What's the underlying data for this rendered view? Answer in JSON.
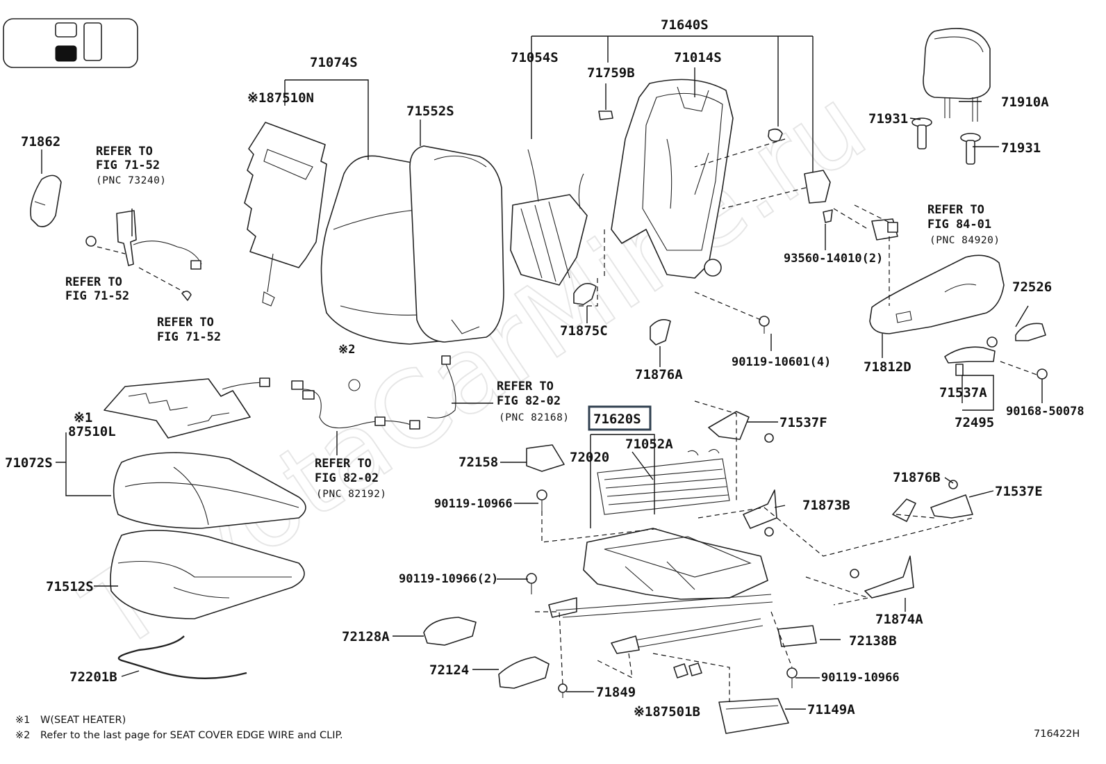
{
  "diagram": {
    "watermark": "ToyotaCarMine.ru",
    "figure_id": "716422H",
    "highlighted_part": "71620S",
    "footnotes": [
      {
        "mark": "※1",
        "text": "W(SEAT  HEATER)"
      },
      {
        "mark": "※2",
        "text": "Refer to the last page for SEAT COVER EDGE WIRE and CLIP."
      }
    ],
    "labels": {
      "p71640S": "71640S",
      "p71054S": "71054S",
      "p71014S": "71014S",
      "p71759B": "71759B",
      "p71074S": "71074S",
      "p87510N": "※187510N",
      "p71552S": "71552S",
      "p71862": "71862",
      "p71910A": "71910A",
      "p71931a": "71931",
      "p71931b": "71931",
      "p93560": "93560-14010(2)",
      "p71875C": "71875C",
      "p71876A": "71876A",
      "p90119_10601": "90119-10601(4)",
      "p71812D": "71812D",
      "p72526": "72526",
      "p71537A": "71537A",
      "p72495": "72495",
      "p90168": "90168-50078",
      "p71537F": "71537F",
      "p71620S": "71620S",
      "p71052A": "71052A",
      "p72020": "72020",
      "p72158": "72158",
      "p90119_10966a": "90119-10966",
      "p71873B": "71873B",
      "p71876B": "71876B",
      "p71537E": "71537E",
      "p87510L": "87510L",
      "p87510L_mark": "※1",
      "p71072S": "71072S",
      "p71512S": "71512S",
      "p90119_10966b": "90119-10966(2)",
      "p71874A": "71874A",
      "p72128A": "72128A",
      "p72138B": "72138B",
      "p72124": "72124",
      "p72201B": "72201B",
      "p90119_10966c": "90119-10966",
      "p71849": "71849",
      "p87501B": "※187501B",
      "p71149A": "71149A",
      "clip_mark": "※2"
    },
    "refers": {
      "r1": {
        "l1": "REFER TO",
        "l2": "FIG 71-52",
        "l3": "(PNC 73240)"
      },
      "r2": {
        "l1": "REFER TO",
        "l2": "FIG 71-52"
      },
      "r3": {
        "l1": "REFER TO",
        "l2": "FIG 71-52"
      },
      "r4": {
        "l1": "REFER TO",
        "l2": "FIG 84-01",
        "l3": "(PNC 84920)"
      },
      "r5": {
        "l1": "REFER TO",
        "l2": "FIG 82-02",
        "l3": "(PNC 82168)"
      },
      "r6": {
        "l1": "REFER TO",
        "l2": "FIG 82-02",
        "l3": "(PNC 82192)"
      }
    },
    "colors": {
      "line": "#222222",
      "highlight_border": "#2f3f4f"
    }
  }
}
